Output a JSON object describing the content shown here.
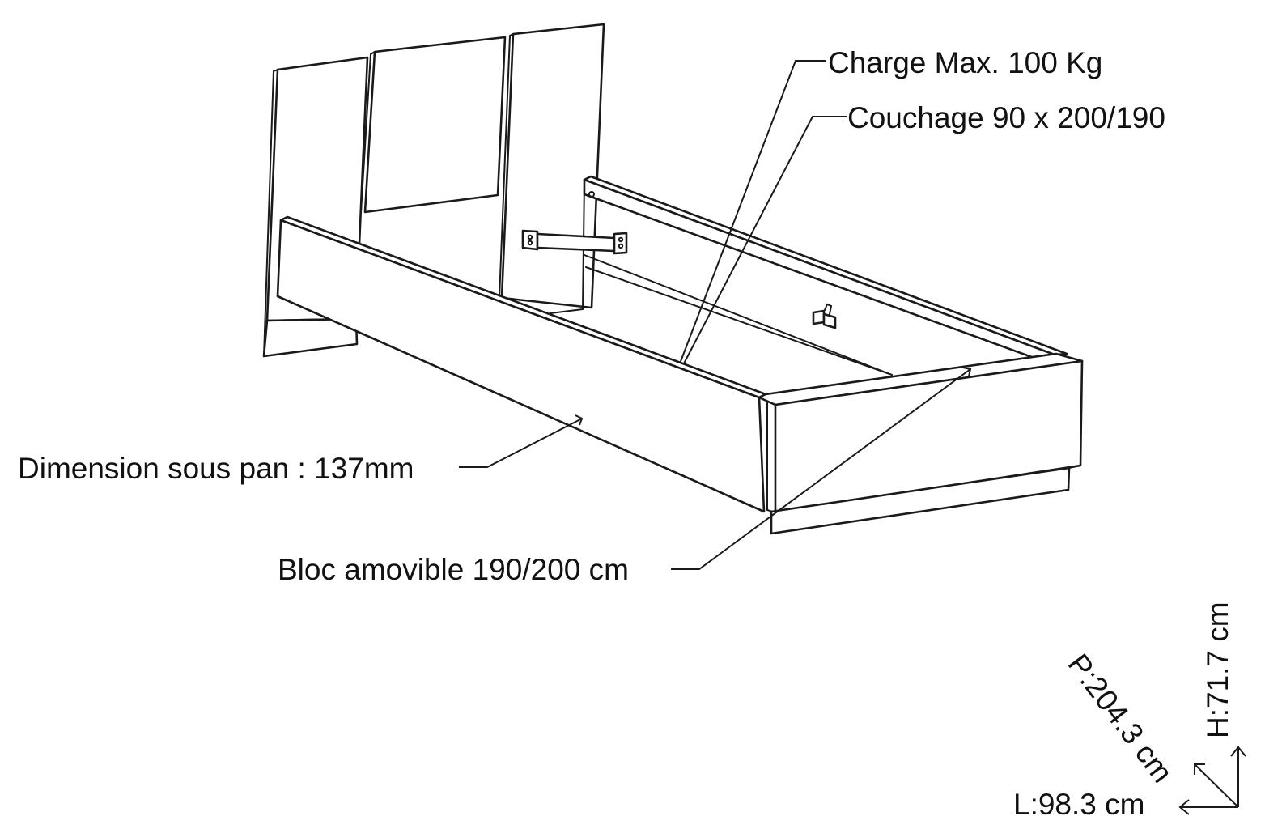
{
  "labels": {
    "charge_max": "Charge Max. 100 Kg",
    "couchage": "Couchage 90 x 200/190",
    "dimension_sous_pan": "Dimension sous pan : 137mm",
    "bloc_amovible": "Bloc amovible 190/200 cm"
  },
  "dimensions": {
    "depth": "P:204.3 cm",
    "height": "H:71.7 cm",
    "length": "L:98.3 cm"
  }
}
